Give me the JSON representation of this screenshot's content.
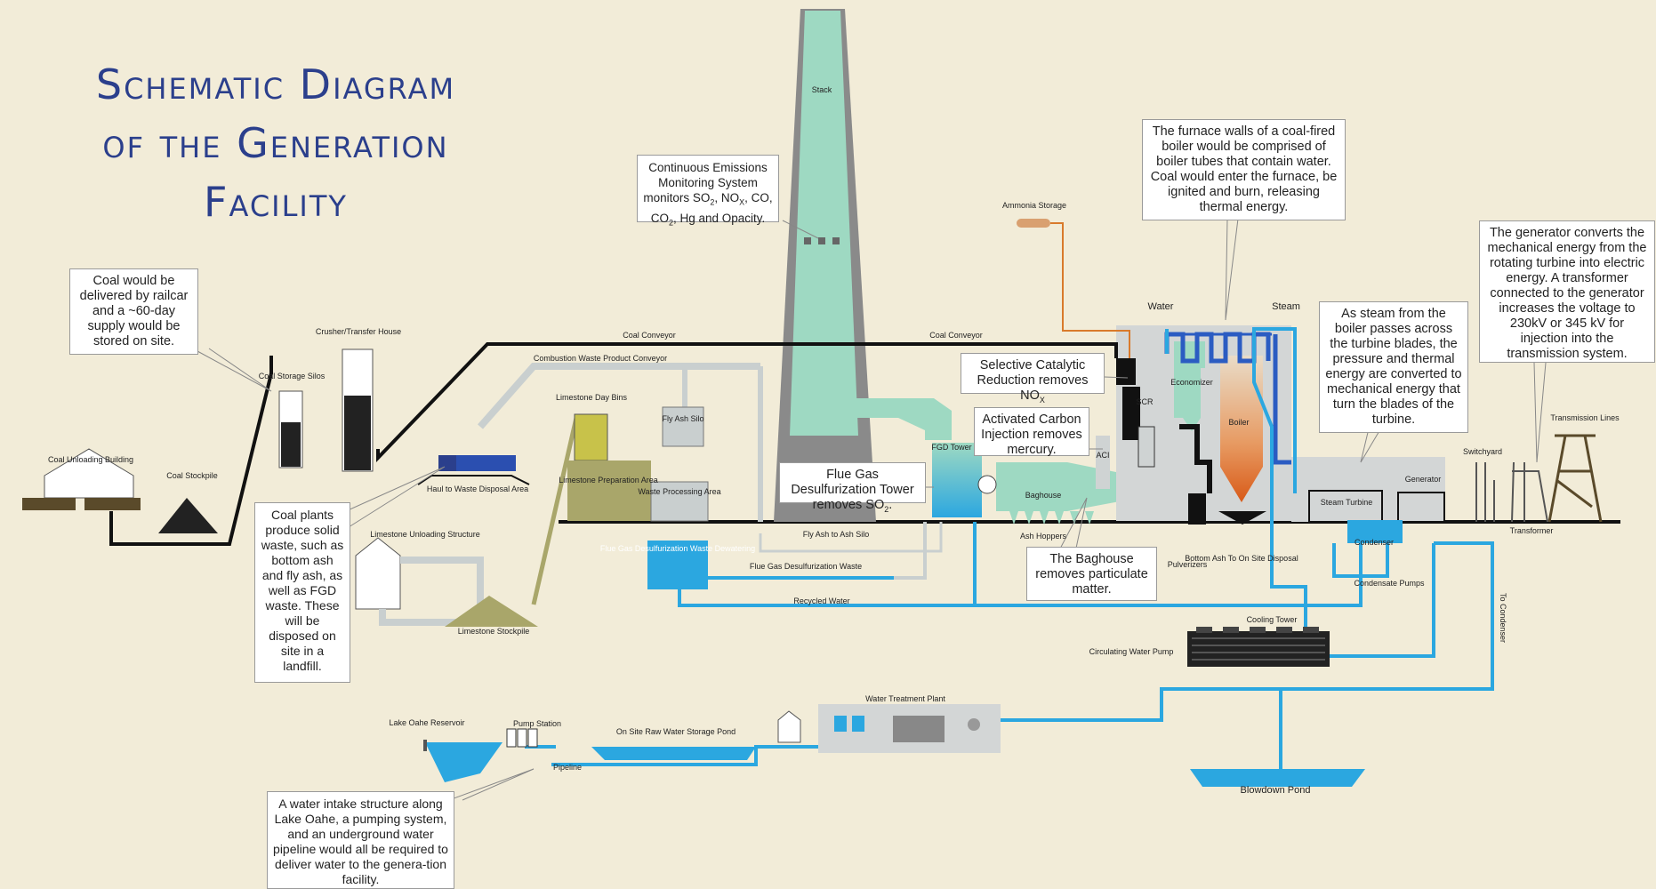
{
  "title": {
    "line1": "Schematic Diagram",
    "line2": "of the Generation",
    "line3": "Facility"
  },
  "callouts": {
    "coal_delivery": "Coal would be delivered by railcar and a ~60-day supply would be stored on site.",
    "coal_waste": "Coal plants produce solid waste, such as bottom ash and fly ash, as well as FGD waste. These will be disposed  on site in a landfill.",
    "cems": {
      "text_a": "Continuous  Emissions Monitoring System monitors SO",
      "sub_a": "2",
      "text_b": ", NO",
      "sub_b": "X",
      "text_c": ", CO, CO",
      "sub_c": "2",
      "text_d": ", Hg and Opacity."
    },
    "scr": {
      "text": "Selective Catalytic Reduction removes NO",
      "sub": "X"
    },
    "aci": "Activated Carbon Injection removes mercury.",
    "fgd": {
      "text": "Flue Gas Desulfurization Tower removes SO",
      "sub": "2",
      "tail": "."
    },
    "baghouse": "The Baghouse removes particulate matter.",
    "furnace": "The furnace walls of a coal-fired boiler would be comprised of boiler tubes that contain water. Coal would enter the furnace, be ignited and burn, releasing thermal energy.",
    "turbine": "As steam from the boiler passes across the turbine blades, the pressure and thermal energy are converted to mechanical energy that turn the blades of the turbine.",
    "generator": "The generator converts the mechanical energy from the rotating turbine into electric energy.  A transformer connected to the generator increases the voltage to 230kV or 345 kV for injection into the transmission system.",
    "water_intake": "A water intake structure along Lake Oahe, a pumping system, and an underground water pipeline would all be required to deliver water to the genera-tion facility."
  },
  "labels": {
    "coal_unloading": "Coal Unloading Building",
    "coal_stockpile": "Coal Stockpile",
    "coal_storage_silos": "Coal Storage Silos",
    "crusher": "Crusher/Transfer House",
    "coal_conveyor_1": "Coal Conveyor",
    "coal_conveyor_2": "Coal Conveyor",
    "combustion_waste": "Combustion Waste Product Conveyor",
    "haul_waste": "Haul to Waste Disposal Area",
    "limestone_unloading": "Limestone Unloading Structure",
    "limestone_stockpile": "Limestone Stockpile",
    "limestone_day_bins": "Limestone Day Bins",
    "limestone_prep": "Limestone Preparation Area",
    "fly_ash_silo": "Fly Ash Silo",
    "waste_processing": "Waste Processing Area",
    "fgd_dewatering": "Flue Gas Desulfurization Waste Dewatering",
    "stack": "Stack",
    "fgd_tower": "FGD Tower",
    "baghouse": "Baghouse",
    "ash_hoppers": "Ash Hoppers",
    "aci": "ACI",
    "scr": "SCR",
    "economizer": "Economizer",
    "boiler": "Boiler",
    "ammonia": "Ammonia Storage",
    "water": "Water",
    "steam": "Steam",
    "pulverizers": "Pulverizers",
    "bottom_ash": "Bottom Ash To On Site Disposal",
    "steam_turbine": "Steam Turbine",
    "generator": "Generator",
    "condenser": "Condenser",
    "condensate_pumps": "Condensate Pumps",
    "switchyard": "Switchyard",
    "transformer": "Transformer",
    "transmission_lines": "Transmission Lines",
    "fly_ash_to_silo": "Fly Ash to Ash Silo",
    "fgd_waste": "Flue Gas Desulfurization Waste",
    "recycled_water": "Recycled Water",
    "cooling_tower": "Cooling Tower",
    "to_condenser": "To Condenser",
    "circulating_pump": "Circulating Water Pump",
    "blowdown_pond": "Blowdown Pond",
    "water_treatment": "Water Treatment Plant",
    "raw_water_pond": "On Site Raw Water Storage Pond",
    "pump_station": "Pump Station",
    "lake_oahe": "Lake Oahe Reservoir",
    "pipeline": "Pipeline"
  },
  "colors": {
    "background": "#f2ecd8",
    "title": "#2b3f8c",
    "flue_gas": "#9ed9c2",
    "water_line": "#2ba7e0",
    "coal_line": "#111111",
    "waste_line": "#c9cfcf",
    "steam_line": "#2b5cc2",
    "ammonia_line": "#d97a2b",
    "limestone_line": "#a9a66a"
  }
}
